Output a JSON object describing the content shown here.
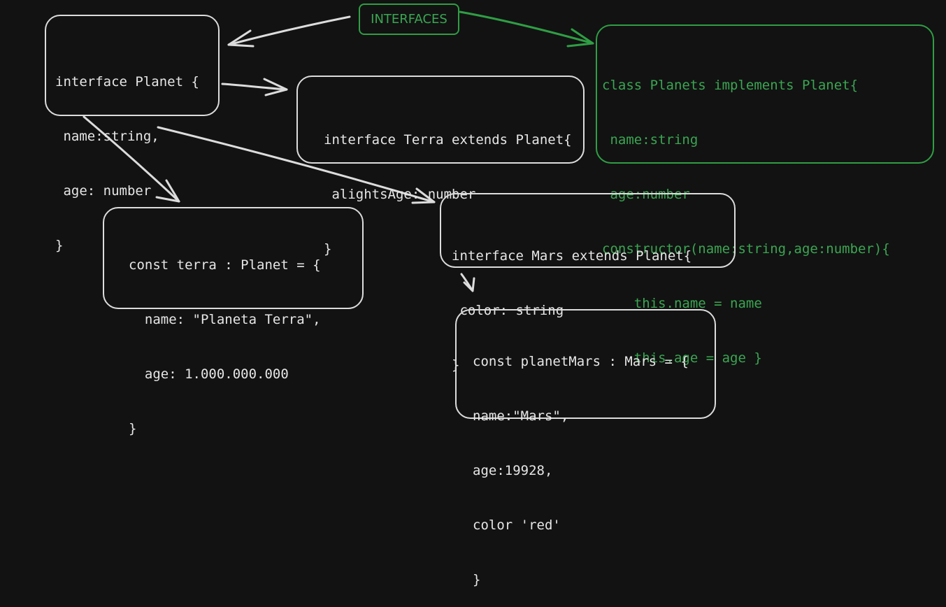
{
  "title_tag": "INTERFACES",
  "boxes": {
    "planet": [
      "interface Planet {",
      " name:string,",
      " age: number",
      "}"
    ],
    "terra_interface": [
      "interface Terra extends Planet{",
      " alightsAge: number",
      "}"
    ],
    "planets_class": [
      "class Planets implements Planet{",
      " name:string",
      " age:number",
      "constructor(name:string,age:number){",
      "    this.name = name",
      "    this.age = age }"
    ],
    "terra_const": [
      "const terra : Planet = {",
      "  name: \"Planeta Terra\",",
      "  age: 1.000.000.000",
      "}"
    ],
    "mars_interface": [
      "interface Mars extends Planet{",
      " color: string",
      "}"
    ],
    "mars_const": [
      "const planetMars : Mars = {",
      "name:\"Mars\",",
      "age:19928,",
      "color 'red'",
      "}"
    ]
  },
  "colors": {
    "background": "#121212",
    "stroke": "#dcdcdc",
    "accent": "#2f9e44",
    "accent_text": "#3aa652"
  }
}
